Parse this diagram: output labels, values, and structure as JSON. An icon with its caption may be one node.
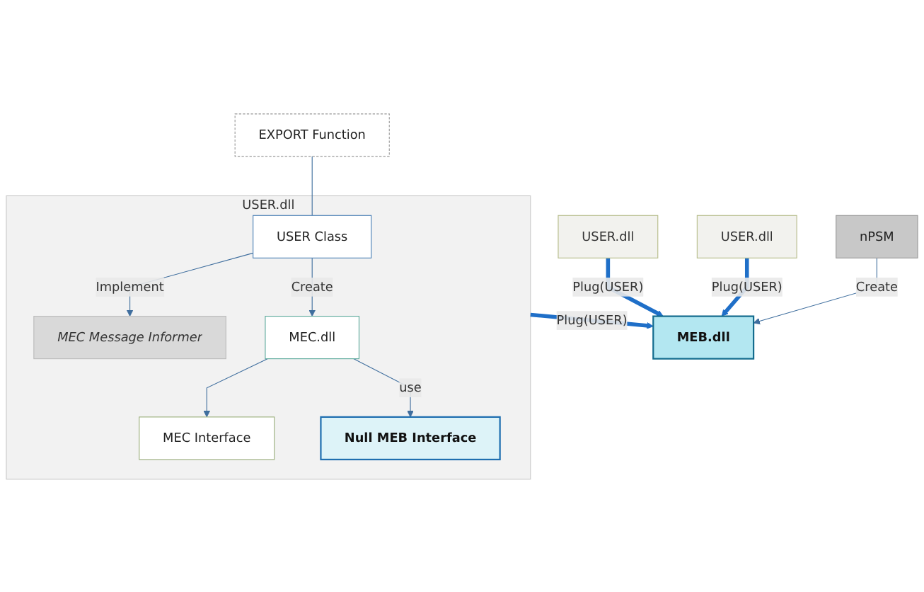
{
  "diagram": {
    "nodes": [
      {
        "text": [
          "USER.dll"
        ]
      },
      {
        "text": [
          "MEC Interface"
        ],
        "in": 0
      },
      {
        "text": [
          "Null MEB Interface"
        ],
        "in": 0
      },
      {
        "text": [
          "MEC Message Informer"
        ],
        "in": 0
      },
      {
        "text": [
          "MEC.dll"
        ],
        "in": 0
      },
      {
        "text": [
          "USER Class"
        ],
        "in": 0
      },
      {
        "text": [
          "EXPORT Function"
        ]
      },
      {
        "text": [
          "USER.dll"
        ]
      },
      {
        "text": [
          "MEB.dll"
        ]
      },
      {
        "text": [
          "USER.dll"
        ]
      },
      {
        "text": [
          "nPSM"
        ]
      }
    ],
    "edges": [
      {
        "from": 4,
        "to": 1,
        "arrow": "to"
      },
      {
        "from": 4,
        "to": 2,
        "arrow": "to",
        "label": "use"
      },
      {
        "from": 5,
        "to": 3,
        "arrow": "to",
        "label": "Implement"
      },
      {
        "from": 6,
        "to": 5,
        "arrow": "none"
      },
      {
        "from": 5,
        "to": 4,
        "arrow": "to",
        "label": "Create"
      },
      {
        "from": 0,
        "to": 8,
        "arrow": "to",
        "label": "Plug(USER)",
        "style": "thick"
      },
      {
        "from": 7,
        "to": 8,
        "arrow": "to",
        "label": "Plug(USER)",
        "style": "thick"
      },
      {
        "from": 9,
        "to": 8,
        "arrow": "to",
        "label": "Plug(USER)",
        "style": "thick"
      },
      {
        "from": 10,
        "to": 8,
        "arrow": "to",
        "label": "Create"
      }
    ]
  }
}
